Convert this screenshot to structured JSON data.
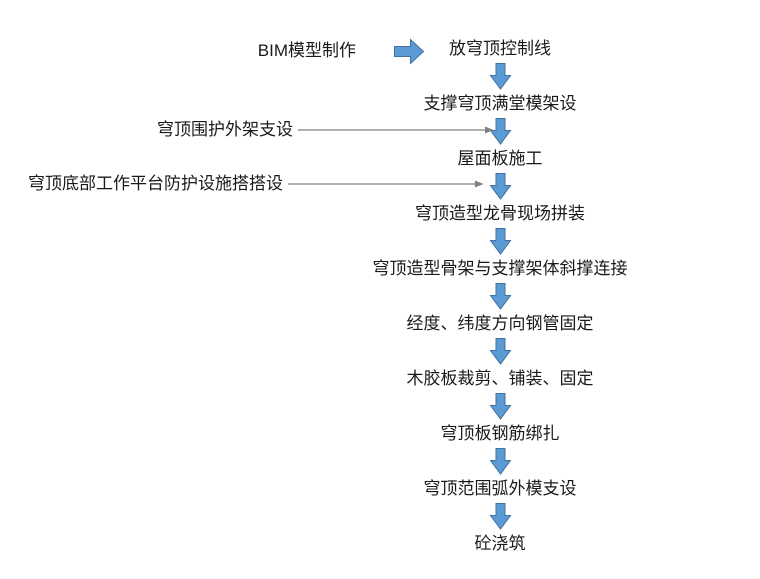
{
  "diagram": {
    "type": "flowchart",
    "start_label": "BIM模型制作",
    "steps": [
      "放穹顶控制线",
      "支撑穹顶满堂模架设",
      "屋面板施工",
      "穹顶造型龙骨现场拼装",
      "穹顶造型骨架与支撑架体斜撑连接",
      "经度、纬度方向钢管固定",
      "木胶板裁剪、铺装、固定",
      "穹顶板钢筋绑扎",
      "穹顶范围弧外模支设",
      "砼浇筑"
    ],
    "side_inputs": [
      {
        "label": "穹顶围护外架支设",
        "target": "屋面板施工"
      },
      {
        "label": "穹顶底部工作平台防护设施搭搭设",
        "target": "穹顶造型龙骨现场拼装"
      }
    ],
    "colors": {
      "arrow_fill": "#5b9bd5",
      "arrow_border": "#41719c",
      "connector": "#808080",
      "text": "#1a1a1a",
      "background": "#ffffff"
    }
  }
}
